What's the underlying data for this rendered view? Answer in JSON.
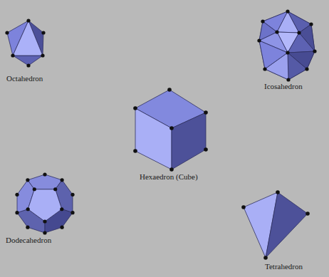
{
  "diagram": {
    "labels": [
      "Octahedron",
      "Icosahedron",
      "Hexaedron (Cube)",
      "Dodecahedron",
      "Tetrahedron"
    ]
  }
}
